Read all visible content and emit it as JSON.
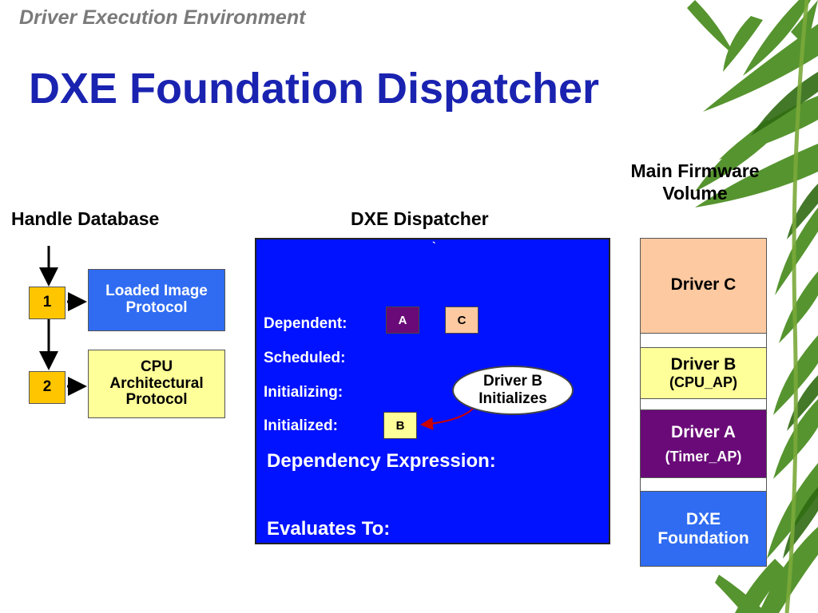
{
  "header": {
    "subtitle": "Driver Execution Environment",
    "title": "DXE Foundation Dispatcher"
  },
  "handle_database": {
    "heading": "Handle Database",
    "entries": [
      {
        "number": "1",
        "protocol": "Loaded Image Protocol",
        "protocol_lines": [
          "Loaded Image",
          "Protocol"
        ],
        "color": "#2f6cf2"
      },
      {
        "number": "2",
        "protocol": "CPU Architectural Protocol",
        "protocol_lines": [
          "CPU",
          "Architectural",
          "Protocol"
        ],
        "color": "#ffff99"
      }
    ]
  },
  "dispatcher": {
    "heading": "DXE Dispatcher",
    "background": "#0012ff",
    "tick": "`",
    "rows": {
      "dependent": "Dependent:",
      "scheduled": "Scheduled:",
      "initializing": "Initializing:",
      "initialized": "Initialized:"
    },
    "dependent_items": [
      {
        "label": "A",
        "color": "#6a0a78"
      },
      {
        "label": "C",
        "color": "#fdc9a0"
      }
    ],
    "initialized_items": [
      {
        "label": "B",
        "color": "#ffff99"
      }
    ],
    "dependency_expression": "Dependency Expression:",
    "evaluates_to": "Evaluates To:",
    "callout": {
      "text": "Driver B Initializes",
      "lines": [
        "Driver B",
        "Initializes"
      ]
    }
  },
  "firmware_volume": {
    "heading": "Main Firmware Volume",
    "heading_lines": [
      "Main Firmware",
      "Volume"
    ],
    "drivers": [
      {
        "name": "Driver C",
        "protocol": "",
        "color": "#fdc9a0"
      },
      {
        "name": "Driver B",
        "protocol": "(CPU_AP)",
        "color": "#ffff99"
      },
      {
        "name": "Driver A",
        "protocol": "(Timer_AP)",
        "color": "#6a0a78"
      },
      {
        "name": "DXE Foundation",
        "protocol": "",
        "name_lines": [
          "DXE",
          "Foundation"
        ],
        "color": "#2f6cf2"
      }
    ]
  },
  "colors": {
    "title": "#1a23b0",
    "subtitle": "#7a7a7a",
    "number_badge": "#ffc600",
    "bamboo_leaf": "#3f7d1c",
    "bamboo_stem": "#7aa83a"
  },
  "decor": {
    "background_art": "bamboo-leaves"
  }
}
